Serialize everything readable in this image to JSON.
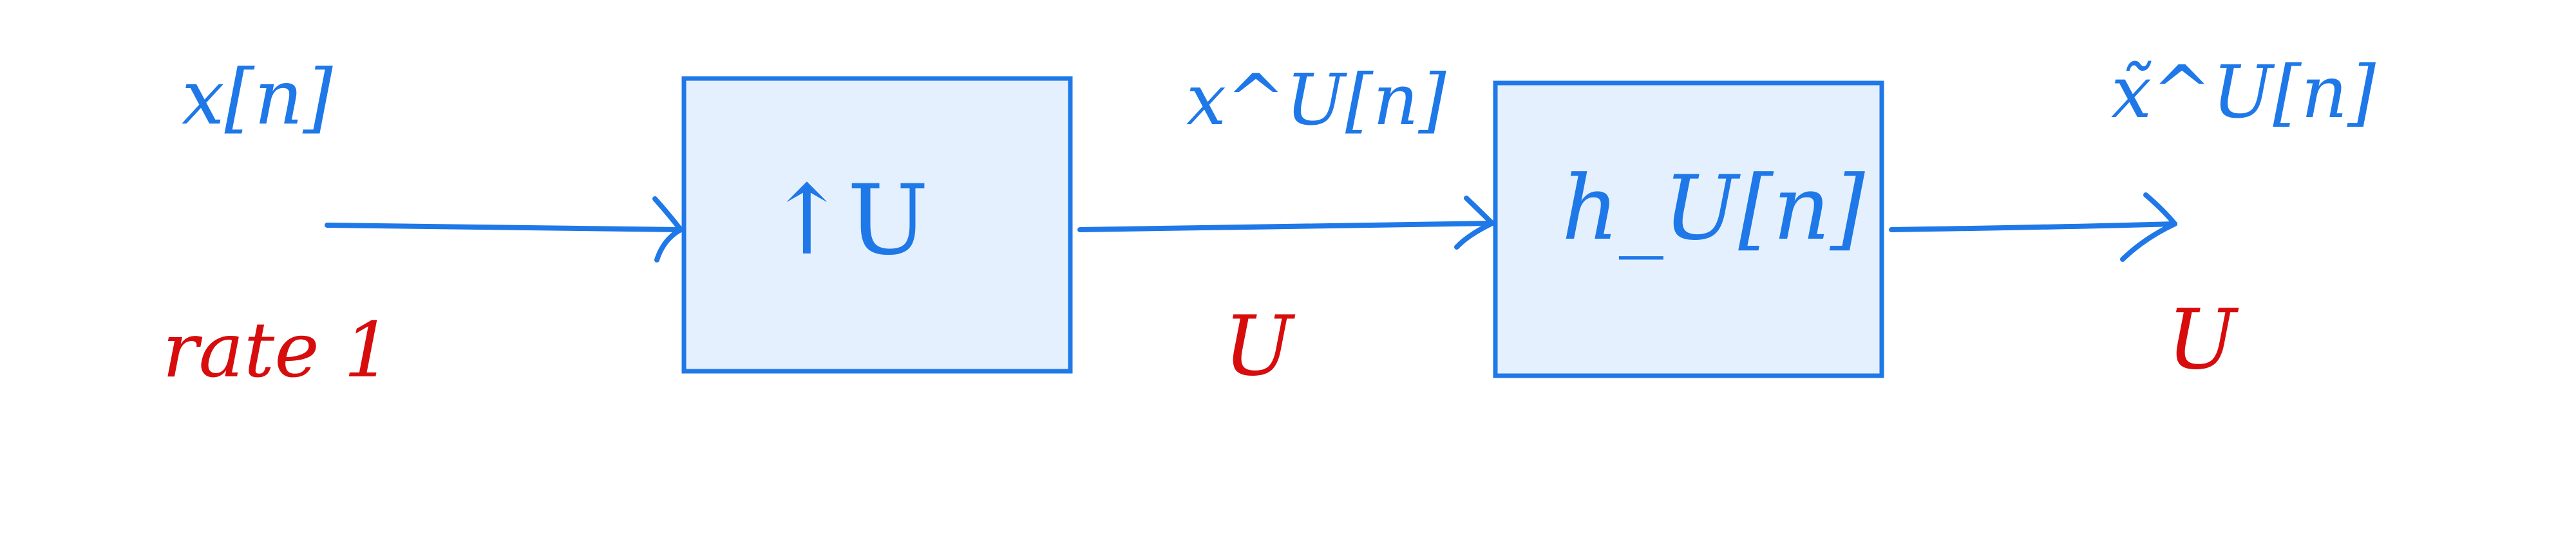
{
  "colors": {
    "signal_ink": "#1f78e8",
    "rate_ink": "#d70d0d",
    "block_fill": "#e4f0fd",
    "background": "#ffffff"
  },
  "signals": {
    "input": "x[n]",
    "intermediate": "x^U[n]",
    "output": "x̃^U[n]"
  },
  "blocks": {
    "upsampler": "↑U",
    "filter": "h_U[n]"
  },
  "rates": {
    "input": "rate 1",
    "intermediate": "U",
    "output": "U"
  }
}
